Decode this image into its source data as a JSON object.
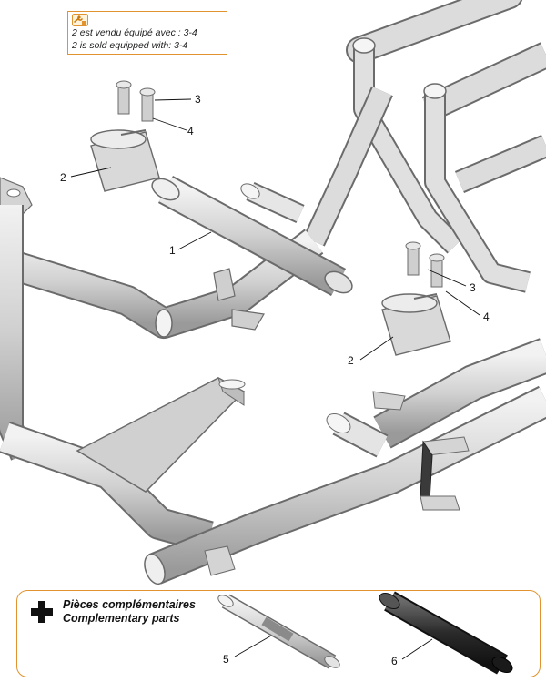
{
  "note": {
    "line_fr": "2 est vendu équipé avec : 3-4",
    "line_en": "2 is sold equipped with: 3-4",
    "icon": "wrench-info-icon"
  },
  "complementary": {
    "title_fr": "Pièces complémentaires",
    "title_en": "Complementary parts",
    "icon": "plus-icon"
  },
  "callouts": [
    {
      "id": "c1",
      "label": "1"
    },
    {
      "id": "c2a",
      "label": "2"
    },
    {
      "id": "c3a",
      "label": "3"
    },
    {
      "id": "c4a",
      "label": "4"
    },
    {
      "id": "c2b",
      "label": "2"
    },
    {
      "id": "c3b",
      "label": "3"
    },
    {
      "id": "c4b",
      "label": "4"
    },
    {
      "id": "c5",
      "label": "5"
    },
    {
      "id": "c6",
      "label": "6"
    }
  ],
  "colors": {
    "frame_tube": "#d6d6d6",
    "frame_edge": "#6b6b6b",
    "accent_border": "#e0932e",
    "bar_dark": "#2f2f2f"
  }
}
